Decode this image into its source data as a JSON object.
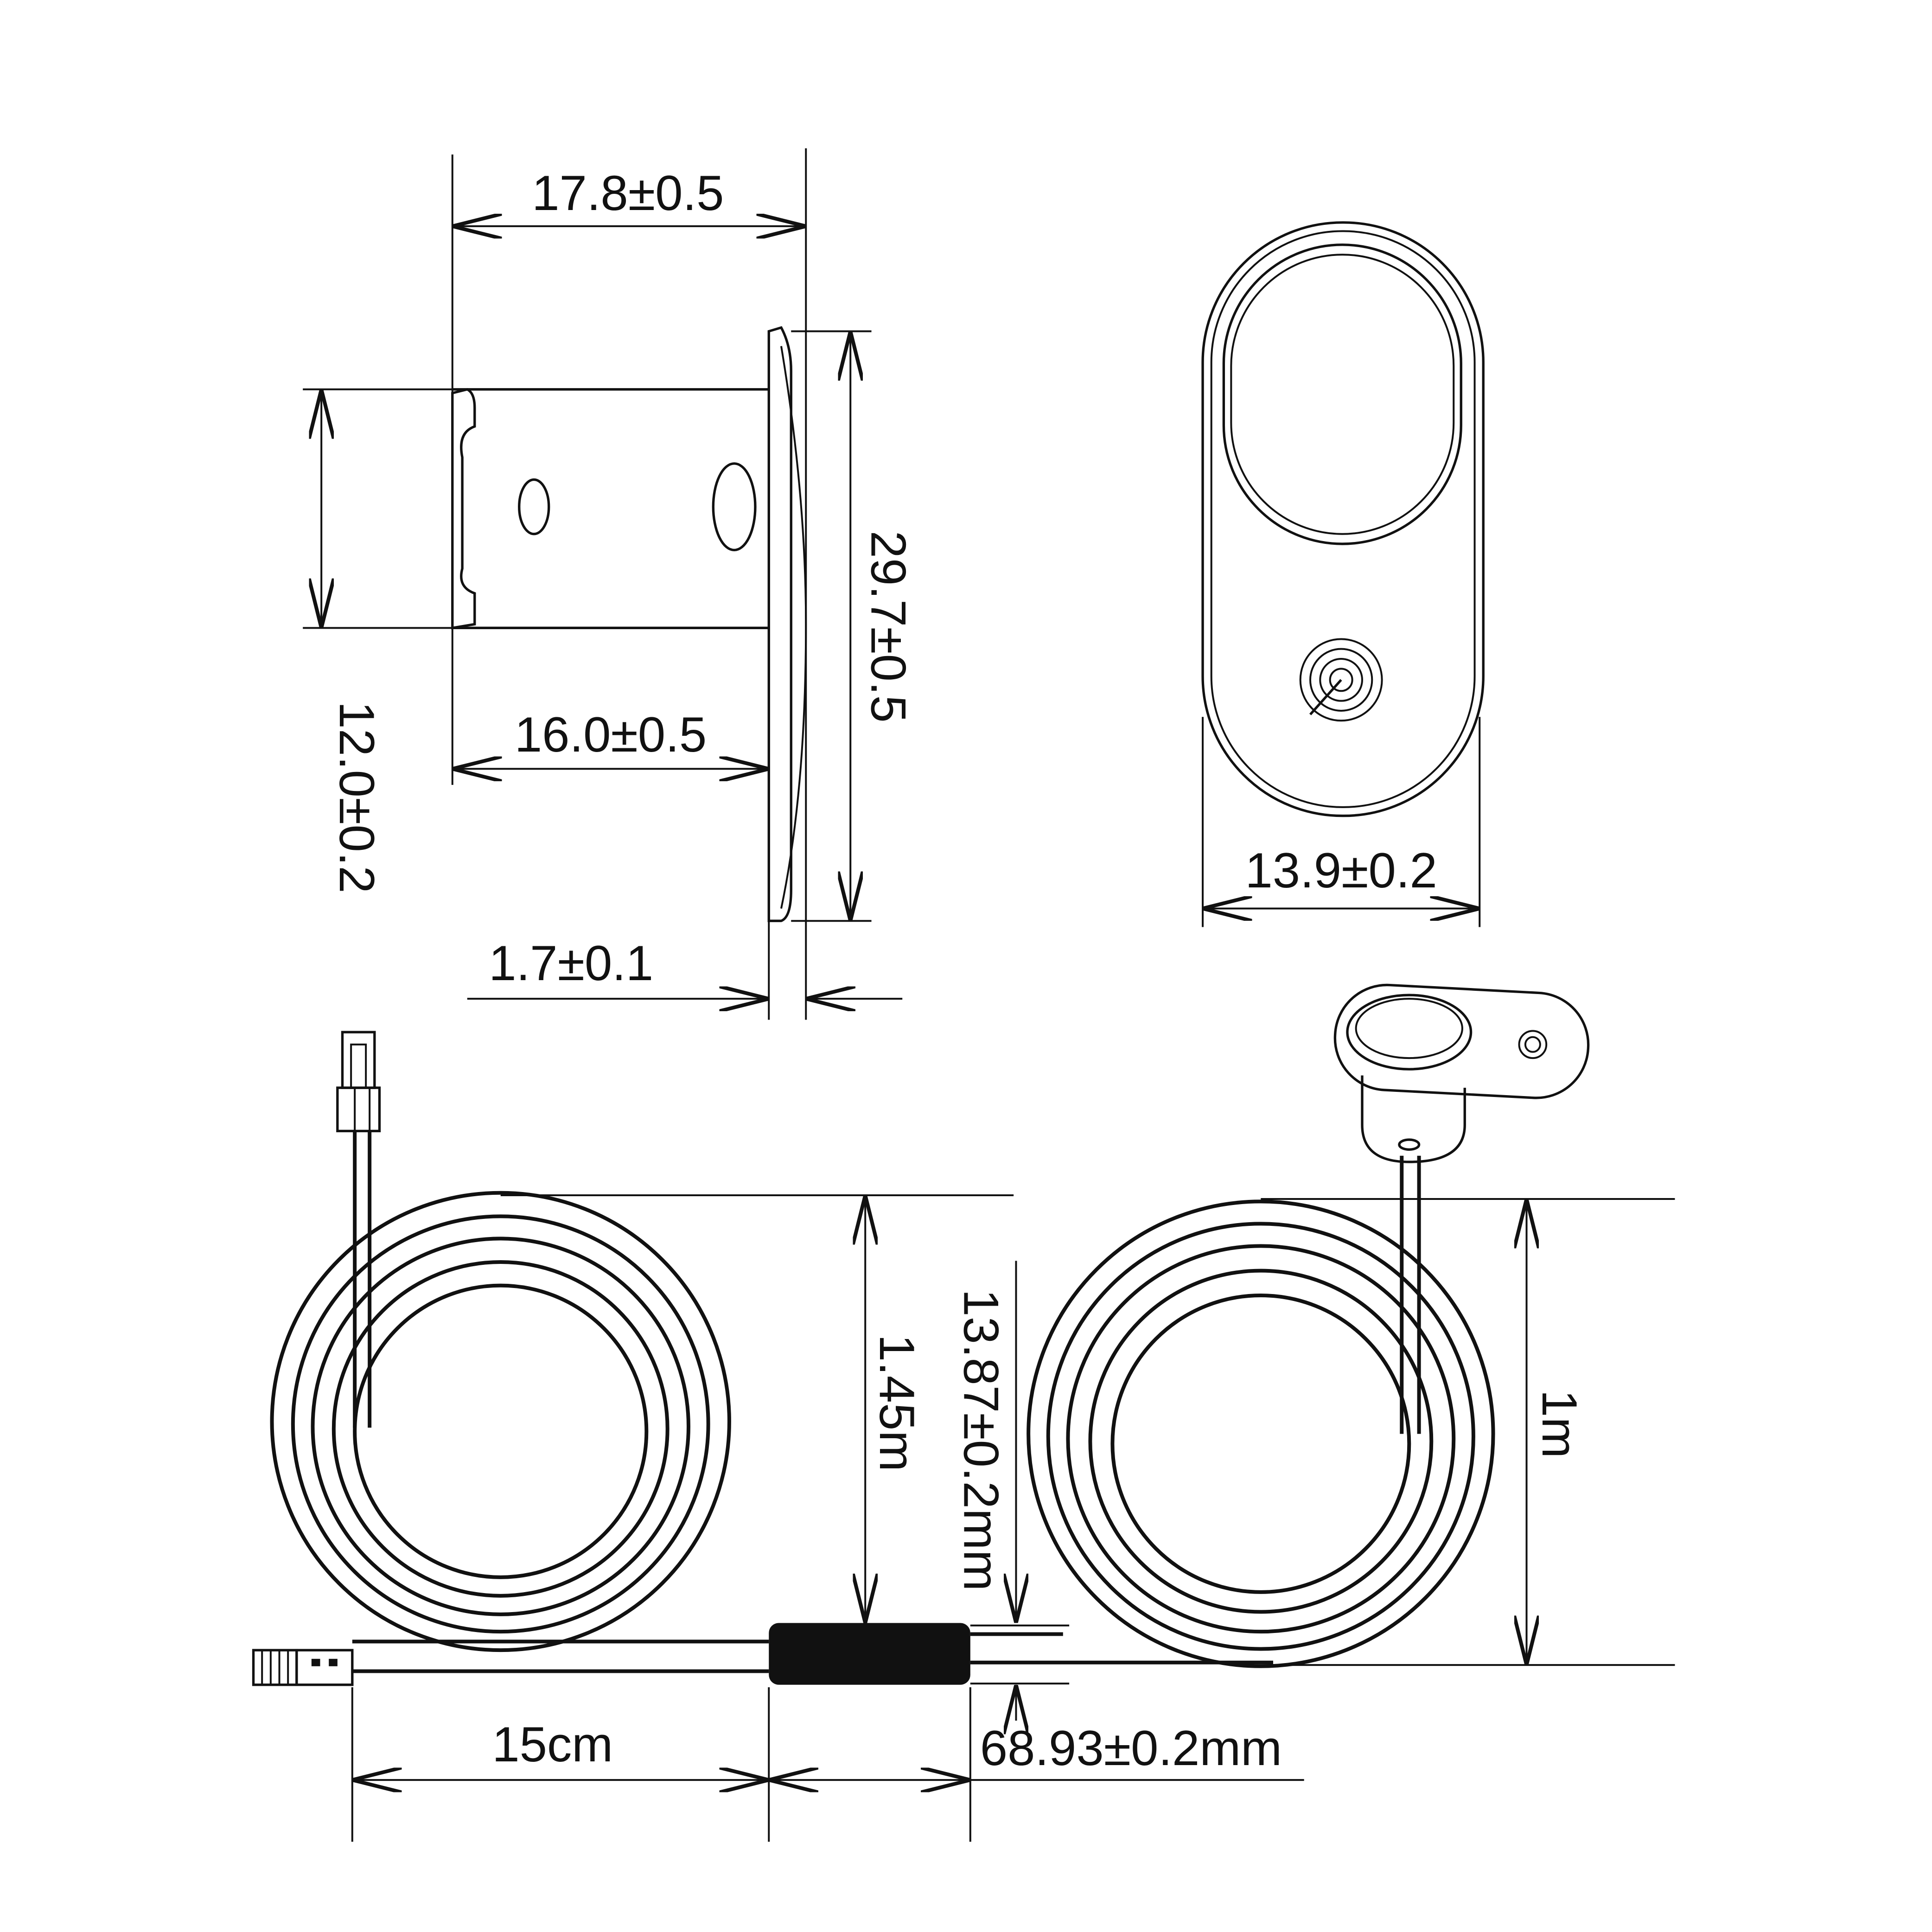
{
  "side_view": {
    "overall_length": "17.8±0.5",
    "flange_height": "29.7±0.5",
    "body_height": "12.0±0.2",
    "body_length": "16.0±0.5",
    "flange_thickness": "1.7±0.1"
  },
  "front_view": {
    "width": "13.9±0.2"
  },
  "cable_view": {
    "left_coil_length": "1.45m",
    "box_height": "13.87±0.2mm",
    "box_length": "68.93±0.2mm",
    "lead_length": "15cm",
    "right_coil_length": "1m"
  },
  "colors": {
    "line": "#111111",
    "background": "#ffffff"
  }
}
